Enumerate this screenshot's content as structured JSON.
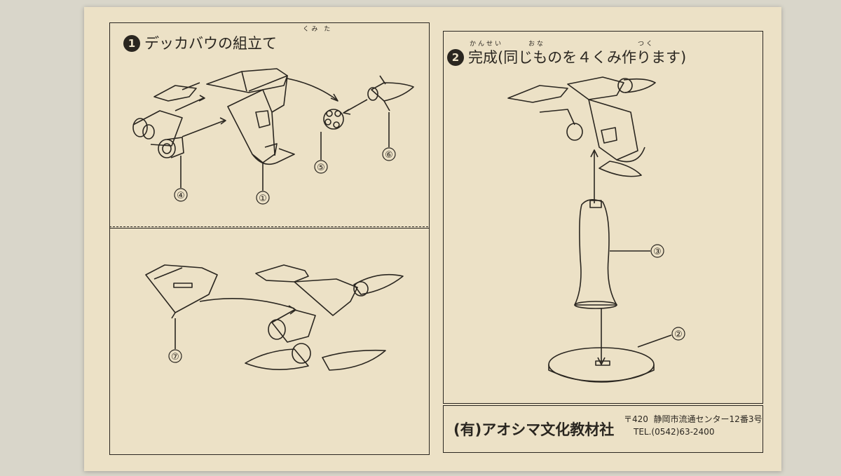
{
  "step1": {
    "number": "1",
    "title": "デッカバウの組立て",
    "ruby": "くみ た",
    "parts": [
      "④",
      "①",
      "⑤",
      "⑥",
      "⑦"
    ]
  },
  "step2": {
    "number": "2",
    "title": "完成(同じものを４くみ作ります)",
    "ruby": "かんせい　　　おな　　　　　　　　　　　つく",
    "parts": [
      "③",
      "②"
    ]
  },
  "footer": {
    "company": "(有)アオシマ文化教材社",
    "postal": "〒420",
    "address": "静岡市流通センター12番3号",
    "phone": "TEL.(0542)63-2400"
  },
  "colors": {
    "paper": "#ece1c6",
    "ink": "#2a2620",
    "background": "#d9d6ca"
  }
}
